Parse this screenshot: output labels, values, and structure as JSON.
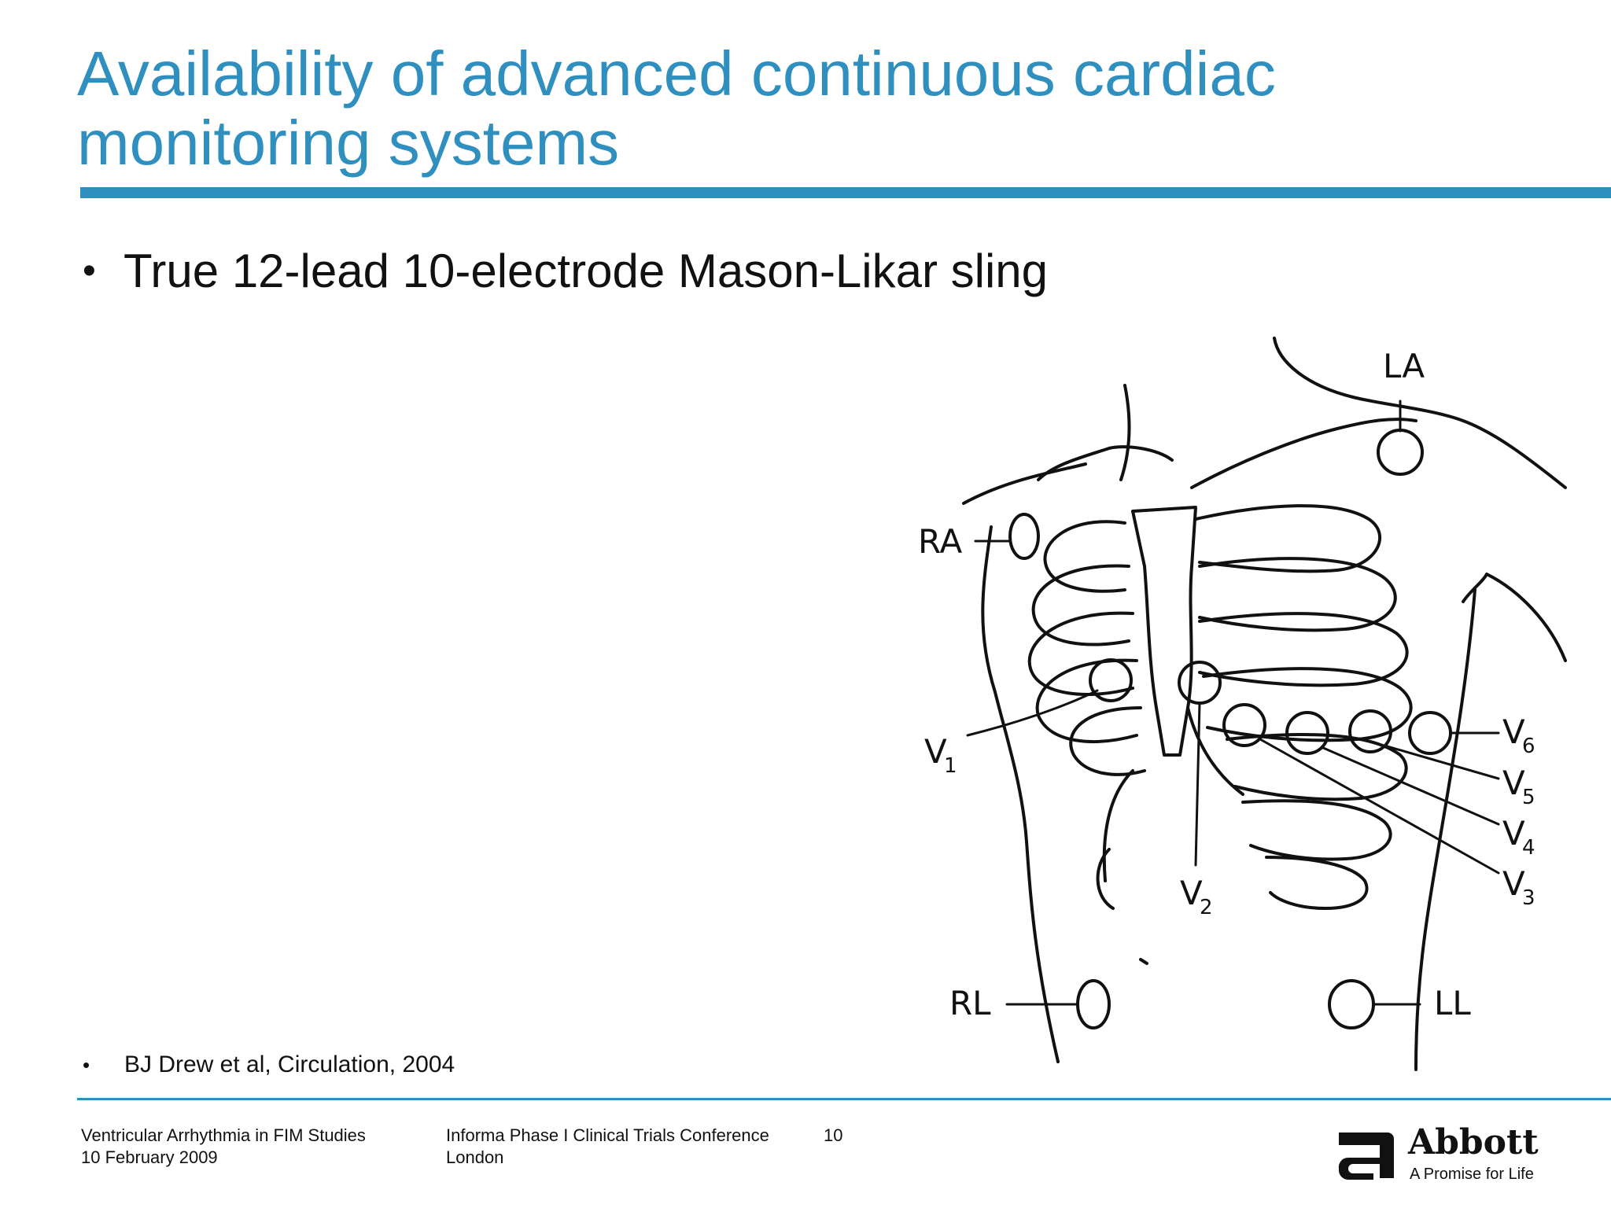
{
  "slide": {
    "title_line1": "Availability of advanced continuous cardiac",
    "title_line2": "monitoring systems",
    "bullet_text": "True 12-lead 10-electrode Mason-Likar sling",
    "reference_text": "BJ Drew et al, Circulation, 2004",
    "accent_color": "#2f8fbf"
  },
  "figure": {
    "labels": {
      "la": "LA",
      "ra": "RA",
      "rl": "RL",
      "ll": "LL",
      "v": "V",
      "v1": "1",
      "v2": "2",
      "v3": "3",
      "v4": "4",
      "v5": "5",
      "v6": "6"
    }
  },
  "footer": {
    "left_line1": "Ventricular Arrhythmia in FIM Studies",
    "left_line2": "10 February 2009",
    "mid_line1": "Informa Phase I Clinical Trials Conference",
    "mid_line2": "London",
    "page_number": "10",
    "brand_name": "Abbott",
    "brand_tagline": "A Promise for Life"
  }
}
